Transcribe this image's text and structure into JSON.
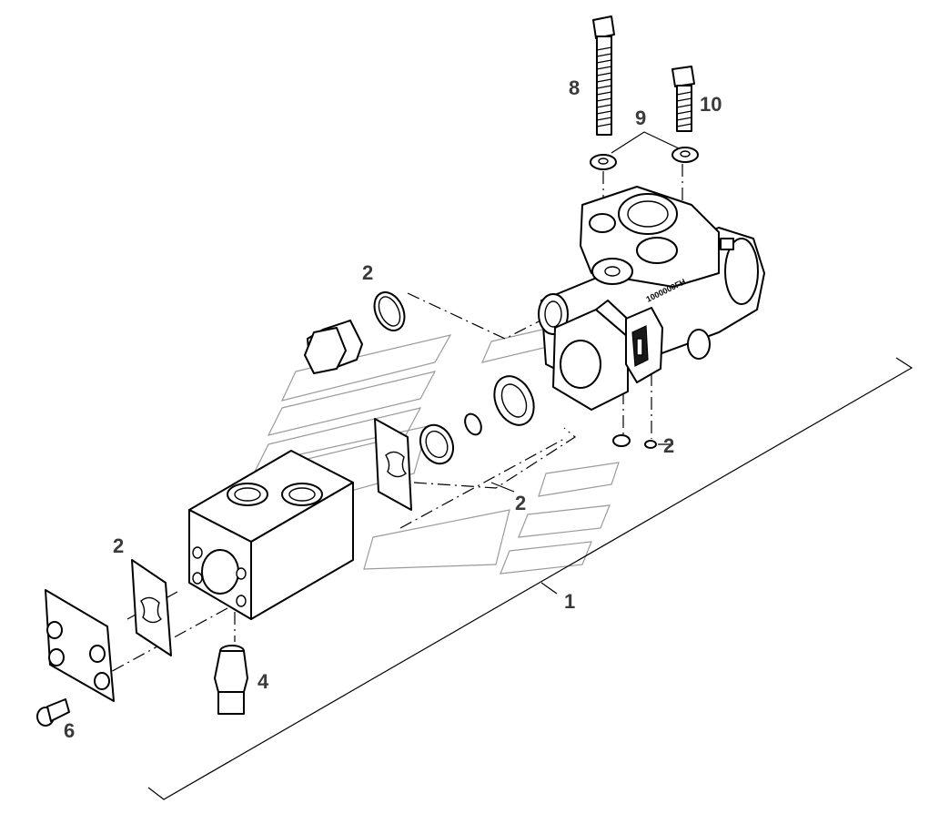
{
  "callouts": [
    {
      "id": "c1",
      "text": "1"
    },
    {
      "id": "c2a",
      "text": "2"
    },
    {
      "id": "c2b",
      "text": "2"
    },
    {
      "id": "c2c",
      "text": "2"
    },
    {
      "id": "c2d",
      "text": "2"
    },
    {
      "id": "c4",
      "text": "4"
    },
    {
      "id": "c6",
      "text": "6"
    },
    {
      "id": "c8",
      "text": "8"
    },
    {
      "id": "c9",
      "text": "9"
    },
    {
      "id": "c10",
      "text": "10"
    }
  ],
  "housing_marking": "1000000FH",
  "colors": {
    "line": "#000000",
    "label": "#3a3a3a",
    "watermark": "#9a9a9a"
  }
}
